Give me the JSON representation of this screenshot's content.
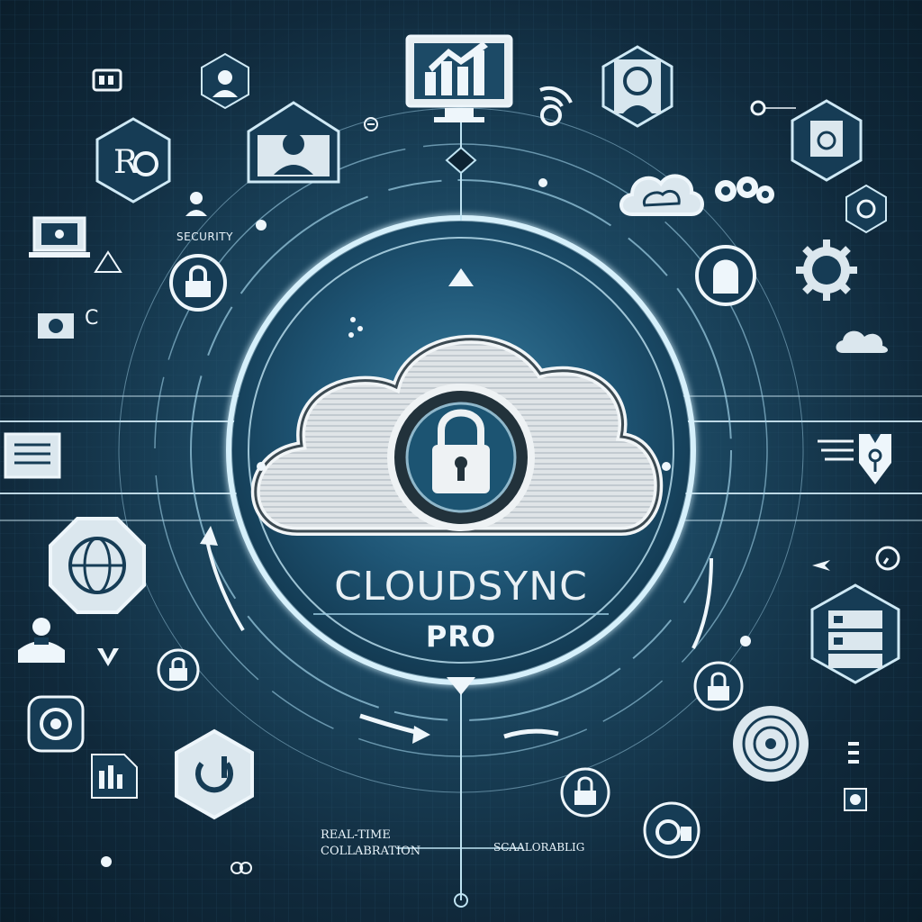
{
  "brand": {
    "name": "CLOUDSYNC",
    "edition": "PRO"
  },
  "labels": {
    "security": "SECURITY",
    "realtime_line1": "REAL-TIME",
    "realtime_line2": "COLLABRATION",
    "scalability": "SCAALORABLIG"
  },
  "icons": [
    "server-icon",
    "user-hex-icon",
    "monitor-chart-icon",
    "wifi-icon",
    "magnifier-user-icon",
    "badge-ro-icon",
    "user-card-icon",
    "cloud-icon",
    "gears-icon",
    "laptop-icon",
    "gear-icon",
    "lock-icon",
    "cloud-small-icon",
    "document-icon",
    "shield-key-icon",
    "globe-icon",
    "server-stack-icon",
    "user-icon",
    "padlock-icon",
    "target-icon",
    "refresh-icon",
    "chart-bars-icon",
    "camera-icon"
  ],
  "colors": {
    "background": "#0d2333",
    "glow": "#bfe3f2",
    "line": "#9fd0e6",
    "text": "#eef6fb"
  }
}
